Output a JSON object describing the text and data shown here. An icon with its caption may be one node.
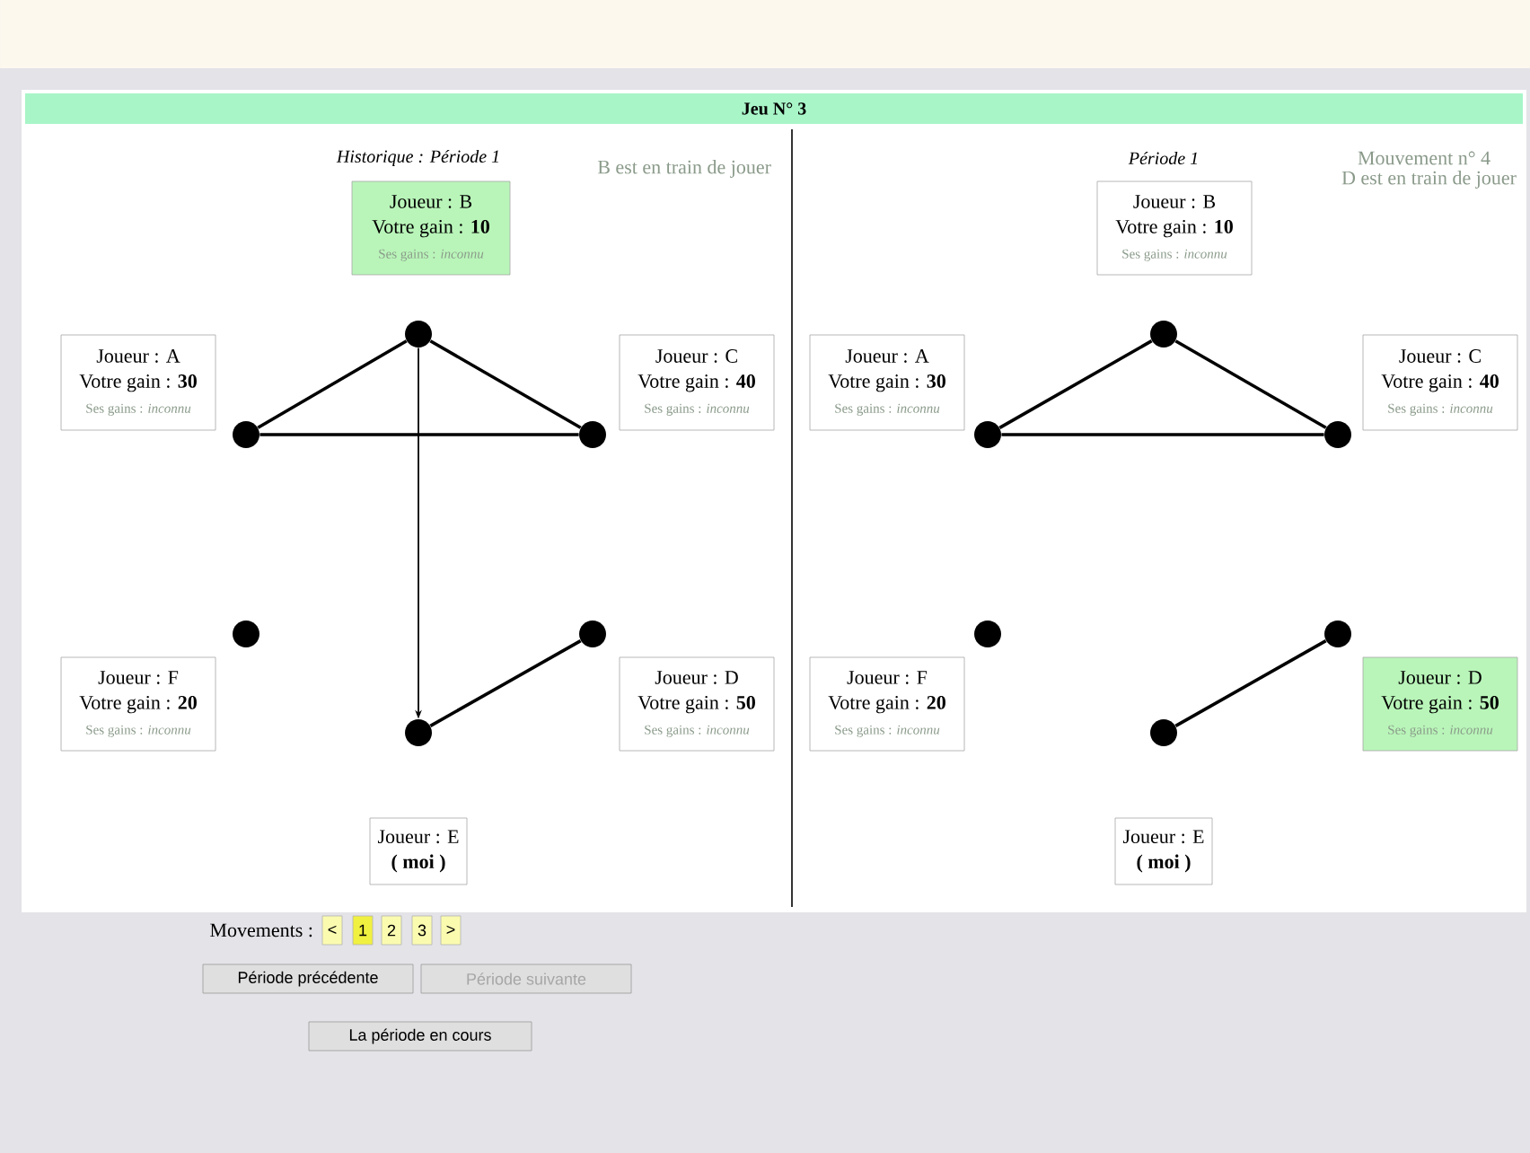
{
  "diagram": {
    "title": "Jeu N° 3",
    "nodes": [
      {
        "text": [
          "Joueur : B",
          "Votre gain : **10**",
          "Ses gains : *inconnu*"
        ]
      },
      {
        "text": [
          "Joueur : A",
          "Votre gain : **30**",
          "Ses gains : *inconnu*"
        ]
      },
      {
        "text": [
          "Joueur : C",
          "Votre gain : **40**",
          "Ses gains : *inconnu*"
        ]
      },
      {
        "text": [
          "Joueur : F",
          "Votre gain : **20**",
          "Ses gains : *inconnu*"
        ]
      },
      {
        "text": [
          "Joueur : D",
          "Votre gain : **50**",
          "Ses gains : *inconnu*"
        ]
      },
      {
        "text": [
          "Joueur : E",
          "( moi )"
        ]
      },
      {
        "text": [],
        "shape": "circle"
      },
      {
        "text": [],
        "shape": "circle"
      },
      {
        "text": [],
        "shape": "circle"
      },
      {
        "text": [],
        "shape": "circle"
      },
      {
        "text": [],
        "shape": "circle"
      },
      {
        "text": [],
        "shape": "circle"
      },
      {
        "text": [
          "Joueur : B",
          "Votre gain : **10**",
          "Ses gains : *inconnu*"
        ]
      },
      {
        "text": [
          "Joueur : A",
          "Votre gain : **30**",
          "Ses gains : *inconnu*"
        ]
      },
      {
        "text": [
          "Joueur : C",
          "Votre gain : **40**",
          "Ses gains : *inconnu*"
        ]
      },
      {
        "text": [
          "Joueur : F",
          "Votre gain : **20**",
          "Ses gains : *inconnu*"
        ]
      },
      {
        "text": [
          "Joueur : D",
          "Votre gain : **50**",
          "Ses gains : *inconnu*"
        ]
      },
      {
        "text": [
          "Joueur : E",
          "( moi )"
        ]
      },
      {
        "text": [],
        "shape": "circle"
      },
      {
        "text": [],
        "shape": "circle"
      },
      {
        "text": [],
        "shape": "circle"
      },
      {
        "text": [],
        "shape": "circle"
      },
      {
        "text": [],
        "shape": "circle"
      },
      {
        "text": [],
        "shape": "circle"
      }
    ],
    "edges": [
      {
        "from": 6,
        "to": 7,
        "arrow": "none"
      },
      {
        "from": 6,
        "to": 8,
        "arrow": "none"
      },
      {
        "from": 7,
        "to": 8,
        "arrow": "none"
      },
      {
        "from": 6,
        "to": 11,
        "arrow": "to"
      },
      {
        "from": 10,
        "to": 11,
        "arrow": "none"
      },
      {
        "from": 18,
        "to": 19,
        "arrow": "none"
      },
      {
        "from": 18,
        "to": 20,
        "arrow": "none"
      },
      {
        "from": 19,
        "to": 20,
        "arrow": "none"
      },
      {
        "from": 22,
        "to": 23,
        "arrow": "none"
      }
    ],
    "labels": [
      "Historique : Période 1",
      "B est en train de jouer",
      "Période 1",
      "Mouvement n° 4",
      "D est en train de jouer",
      "Movements :",
      "<",
      "1",
      "2",
      "3",
      ">",
      "Période précédente",
      "Période suivante",
      "La période en cours"
    ]
  }
}
